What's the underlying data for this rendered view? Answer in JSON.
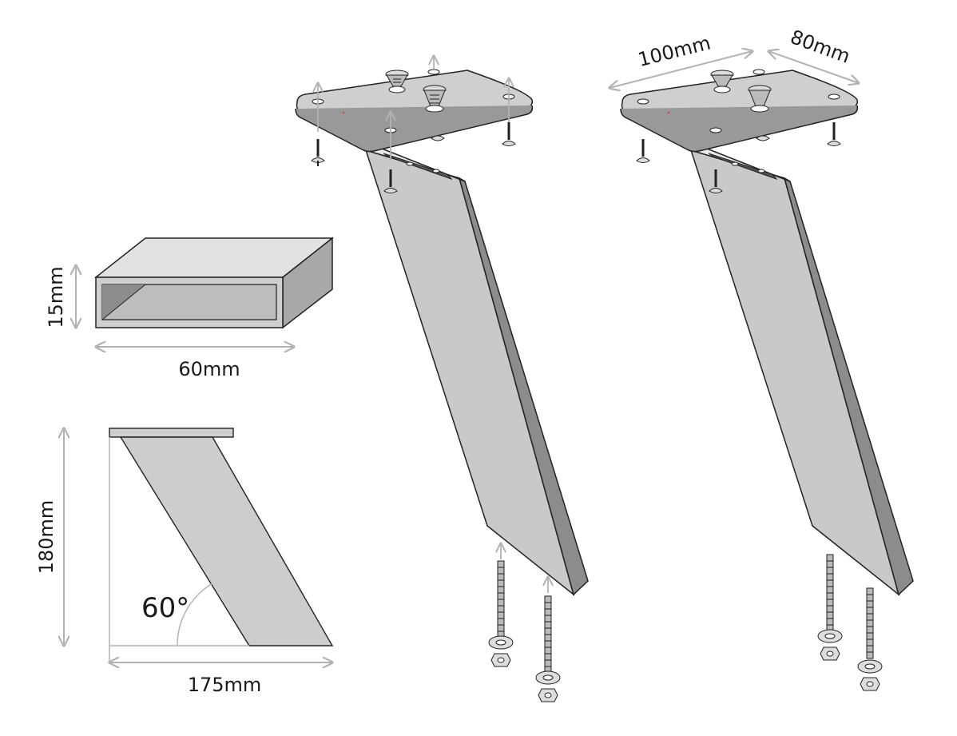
{
  "dimensions": {
    "tube_height": "15mm",
    "tube_width": "60mm",
    "leg_height": "180mm",
    "leg_base": "175mm",
    "leg_angle": "60°",
    "plate_length": "100mm",
    "plate_width": "80mm"
  },
  "colors": {
    "metal_light": "#d8d8d8",
    "metal_mid": "#c6c6c6",
    "metal_dark": "#9a9a9a",
    "outline": "#222222",
    "dimension_line": "#b3b3b3",
    "accent_dot": "#e04040"
  }
}
